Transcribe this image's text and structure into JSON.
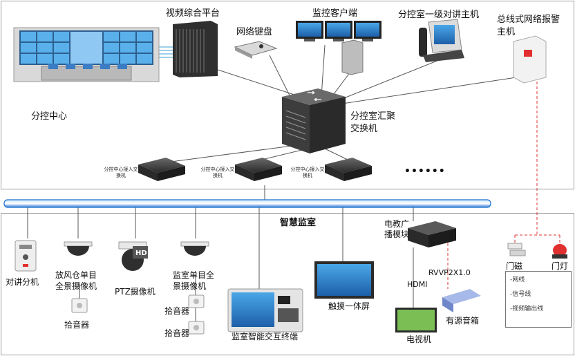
{
  "labels": {
    "video_platform": "视频综合平台",
    "monitor_client": "监控客户端",
    "intercom_host": "分控室一级对讲主机",
    "alarm_host": "总线式网络报警主机",
    "network_keyboard": "网络键盘",
    "control_center": "分控中心",
    "aggregation_switch": "分控室汇聚交换机",
    "access_switch_1": "分控中心接入交换机",
    "access_switch_2": "分控中心接入交换机",
    "access_switch_3": "分控中心接入交换机",
    "more": "••••••",
    "smart_room": "智慧监室",
    "intercom_extension": "对讲分机",
    "wind_camera": "放风仓单目全景摄像机",
    "ptz_camera": "PTZ摄像机",
    "cell_camera": "监室单目全景摄像机",
    "pickup_1": "拾音器",
    "pickup_2": "拾音器",
    "pickup_3": "拾音器",
    "smart_terminal": "监室智能交互终端",
    "touch_screen": "触摸一体屏",
    "broadcast_module": "电教广播模块",
    "hdmi": "HDMI",
    "rvv": "RVVP2X1.0",
    "tv": "电视机",
    "speaker": "有源音箱",
    "door_magnet": "门磁",
    "door_light": "门灯",
    "hd": "HD"
  },
  "legend": {
    "network": "-网线",
    "signal": "-信号线",
    "video": "-视频输出线"
  },
  "colors": {
    "network_line": "#555555",
    "signal_line": "#e03030",
    "video_line": "#3aa0d8",
    "bus": "#1a6fd1",
    "device_dark": "#3b3b3b"
  }
}
